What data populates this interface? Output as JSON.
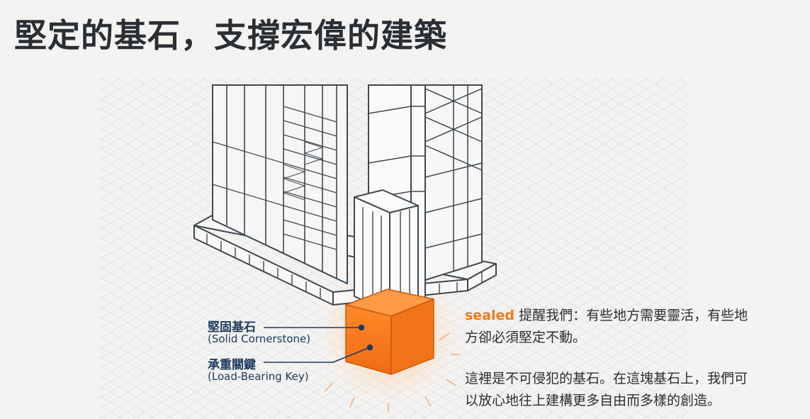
{
  "title": "堅定的基石，支撐宏偉的建築",
  "labels": {
    "cornerstone_zh": "堅固基石",
    "cornerstone_en": "(Solid Cornerstone)",
    "key_zh": "承重關鍵",
    "key_en": "(Load-Bearing Key)"
  },
  "description": {
    "keyword": "sealed",
    "line1": " 提醒我們：有些地方需要靈活，有些地",
    "line2": "方卻必須堅定不動。",
    "line3": "這裡是不可侵犯的基石。在這塊基石上，我們可",
    "line4": "以放心地往上建構更多自由而多樣的創造。"
  },
  "colors": {
    "accent": "#f47b20",
    "glow": "#ffb36b",
    "ink": "#213a5f",
    "building_fill": "#f8f8f8",
    "building_line": "#3f4750"
  }
}
